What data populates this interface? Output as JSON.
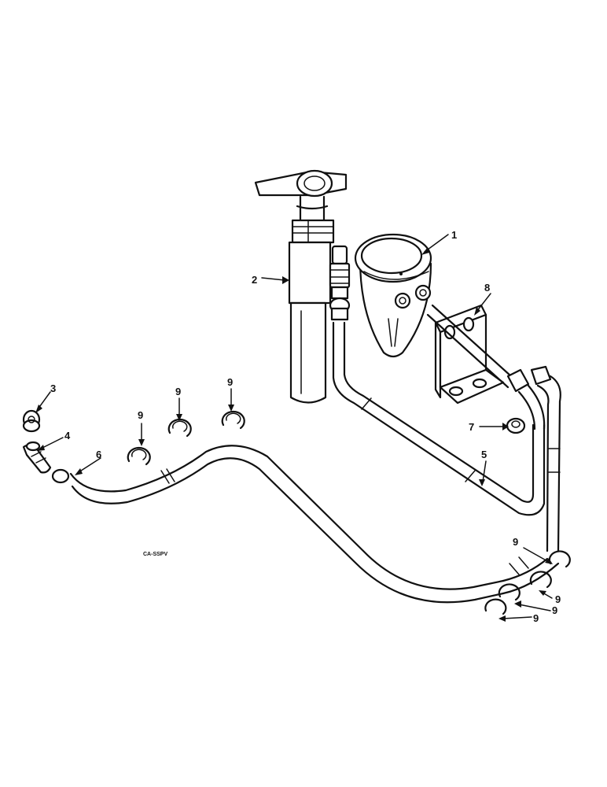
{
  "figure": {
    "drawing_code": "CA-SSPV",
    "callouts": [
      {
        "id": "c1",
        "label": "1"
      },
      {
        "id": "c2",
        "label": "2"
      },
      {
        "id": "c3",
        "label": "3"
      },
      {
        "id": "c4",
        "label": "4"
      },
      {
        "id": "c5",
        "label": "5"
      },
      {
        "id": "c6",
        "label": "6"
      },
      {
        "id": "c7",
        "label": "7"
      },
      {
        "id": "c8",
        "label": "8"
      },
      {
        "id": "c9a",
        "label": "9"
      },
      {
        "id": "c9b",
        "label": "9"
      },
      {
        "id": "c9c",
        "label": "9"
      },
      {
        "id": "c9d",
        "label": "9"
      },
      {
        "id": "c9e",
        "label": "9"
      },
      {
        "id": "c9f",
        "label": "9"
      },
      {
        "id": "c9g",
        "label": "9"
      }
    ]
  }
}
